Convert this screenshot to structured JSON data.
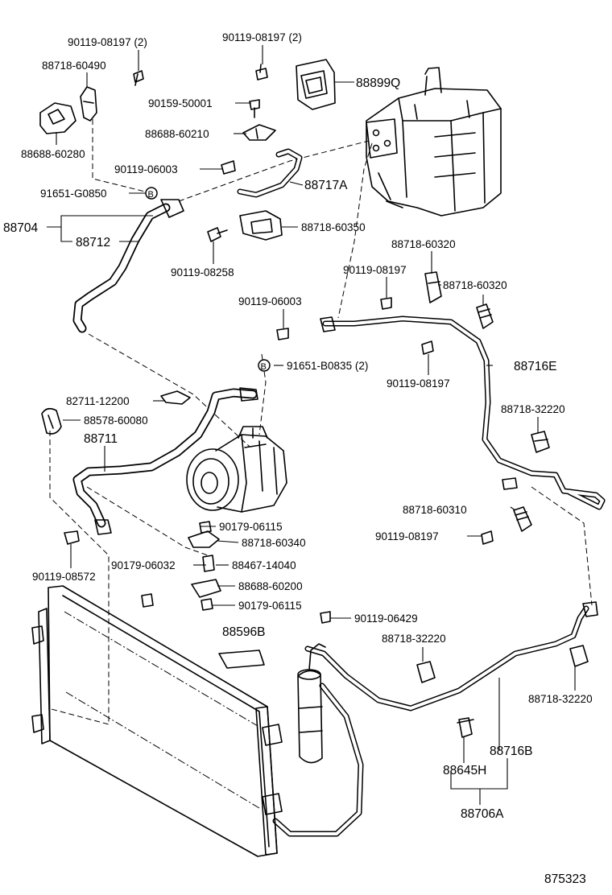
{
  "labels": {
    "p90119_08197_2a": "90119-08197 (2)",
    "p90119_08197_2b": "90119-08197 (2)",
    "p88718_60490": "88718-60490",
    "p88899q": "88899Q",
    "p90159_50001": "90159-50001",
    "p88688_60210": "88688-60210",
    "p88688_60280": "88688-60280",
    "p90119_06003a": "90119-06003",
    "p88717a": "88717A",
    "p91651_g0850": "91651-G0850",
    "p88704": "88704",
    "p88712": "88712",
    "p88718_60350": "88718-60350",
    "p90119_08258": "90119-08258",
    "p88718_60320a": "88718-60320",
    "p90119_08197a": "90119-08197",
    "p88718_60320b": "88718-60320",
    "p90119_06003b": "90119-06003",
    "p91651_b0835": "91651-B0835 (2)",
    "p88716e": "88716E",
    "p90119_08197b": "90119-08197",
    "p82711_12200": "82711-12200",
    "p88578_60080": "88578-60080",
    "p88711": "88711",
    "p88718_32220a": "88718-32220",
    "p88718_60310": "88718-60310",
    "p90179_06115a": "90179-06115",
    "p90119_08197c": "90119-08197",
    "p88718_60340": "88718-60340",
    "p90179_06032": "90179-06032",
    "p88467_14040": "88467-14040",
    "p90119_08572": "90119-08572",
    "p88688_60200": "88688-60200",
    "p90179_06115b": "90179-06115",
    "p90119_06429": "90119-06429",
    "p88596b": "88596B",
    "p88718_32220b": "88718-32220",
    "p88718_32220c": "88718-32220",
    "p88716b": "88716B",
    "p88645h": "88645H",
    "p88706a": "88706A",
    "figure_number": "875323"
  },
  "markers": {
    "b1": "B",
    "b2": "B"
  }
}
